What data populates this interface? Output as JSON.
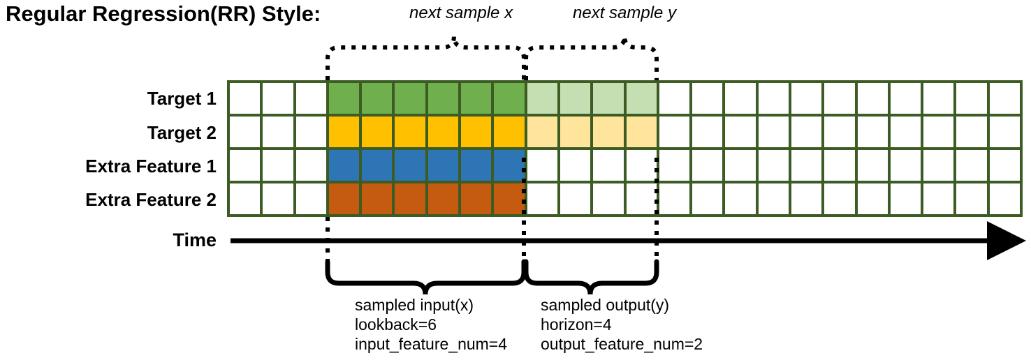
{
  "title": "Regular Regression(RR) Style:",
  "row_labels": [
    {
      "id": "target-1",
      "label": "Target 1"
    },
    {
      "id": "target-2",
      "label": "Target 2"
    },
    {
      "id": "extra-feature-1",
      "label": "Extra Feature 1"
    },
    {
      "id": "extra-feature-2",
      "label": "Extra Feature 2"
    }
  ],
  "time_axis": {
    "label": "Time"
  },
  "top_braces": [
    {
      "id": "next-sample-x",
      "label": "next sample x"
    },
    {
      "id": "next-sample-y",
      "label": "next sample y"
    }
  ],
  "bottom_captions": [
    {
      "id": "sampled-input",
      "lines": [
        "sampled input(x)",
        "lookback=6",
        "input_feature_num=4"
      ],
      "line1": "sampled input(x)",
      "line2": "lookback=6",
      "line3": "input_feature_num=4"
    },
    {
      "id": "sampled-output",
      "lines": [
        "sampled output(y)",
        "horizon=4",
        "output_feature_num=2"
      ],
      "line1": "sampled output(y)",
      "line2": "horizon=4",
      "line3": "output_feature_num=2"
    }
  ],
  "colors": {
    "grid_border": "#3C5C23",
    "empty_cell": "#FFFFFF",
    "target1_input": "#6FAF4E",
    "target1_output": "#C5DFB3",
    "target2_input": "#FFC000",
    "target2_output": "#FFE49C",
    "extra1_input": "#2E75B6",
    "extra2_input": "#C55A11",
    "axis": "#000000"
  },
  "chart_data": {
    "type": "heatmap",
    "title": "Regular Regression(RR) Style:",
    "columns": 24,
    "rows": 4,
    "row_names": [
      "Target 1",
      "Target 2",
      "Extra Feature 1",
      "Extra Feature 2"
    ],
    "lookback": 6,
    "horizon": 4,
    "input_feature_num": 4,
    "output_feature_num": 2,
    "input_start_col": 3,
    "input_end_col": 9,
    "output_start_col": 9,
    "output_end_col": 13,
    "cells": {
      "Target 1": [
        "#FFFFFF",
        "#FFFFFF",
        "#FFFFFF",
        "#6FAF4E",
        "#6FAF4E",
        "#6FAF4E",
        "#6FAF4E",
        "#6FAF4E",
        "#6FAF4E",
        "#C5DFB3",
        "#C5DFB3",
        "#C5DFB3",
        "#C5DFB3",
        "#FFFFFF",
        "#FFFFFF",
        "#FFFFFF",
        "#FFFFFF",
        "#FFFFFF",
        "#FFFFFF",
        "#FFFFFF",
        "#FFFFFF",
        "#FFFFFF",
        "#FFFFFF",
        "#FFFFFF"
      ],
      "Target 2": [
        "#FFFFFF",
        "#FFFFFF",
        "#FFFFFF",
        "#FFC000",
        "#FFC000",
        "#FFC000",
        "#FFC000",
        "#FFC000",
        "#FFC000",
        "#FFE49C",
        "#FFE49C",
        "#FFE49C",
        "#FFE49C",
        "#FFFFFF",
        "#FFFFFF",
        "#FFFFFF",
        "#FFFFFF",
        "#FFFFFF",
        "#FFFFFF",
        "#FFFFFF",
        "#FFFFFF",
        "#FFFFFF",
        "#FFFFFF",
        "#FFFFFF"
      ],
      "Extra Feature 1": [
        "#FFFFFF",
        "#FFFFFF",
        "#FFFFFF",
        "#2E75B6",
        "#2E75B6",
        "#2E75B6",
        "#2E75B6",
        "#2E75B6",
        "#2E75B6",
        "#FFFFFF",
        "#FFFFFF",
        "#FFFFFF",
        "#FFFFFF",
        "#FFFFFF",
        "#FFFFFF",
        "#FFFFFF",
        "#FFFFFF",
        "#FFFFFF",
        "#FFFFFF",
        "#FFFFFF",
        "#FFFFFF",
        "#FFFFFF",
        "#FFFFFF",
        "#FFFFFF"
      ],
      "Extra Feature 2": [
        "#FFFFFF",
        "#FFFFFF",
        "#FFFFFF",
        "#C55A11",
        "#C55A11",
        "#C55A11",
        "#C55A11",
        "#C55A11",
        "#C55A11",
        "#FFFFFF",
        "#FFFFFF",
        "#FFFFFF",
        "#FFFFFF",
        "#FFFFFF",
        "#FFFFFF",
        "#FFFFFF",
        "#FFFFFF",
        "#FFFFFF",
        "#FFFFFF",
        "#FFFFFF",
        "#FFFFFF",
        "#FFFFFF",
        "#FFFFFF",
        "#FFFFFF"
      ]
    },
    "annotations": [
      "next sample x",
      "next sample y",
      "sampled input(x)",
      "lookback=6",
      "input_feature_num=4",
      "sampled output(y)",
      "horizon=4",
      "output_feature_num=2",
      "Time"
    ],
    "xlabel": "Time",
    "ylabel": "",
    "grid": true,
    "legend": "none"
  }
}
